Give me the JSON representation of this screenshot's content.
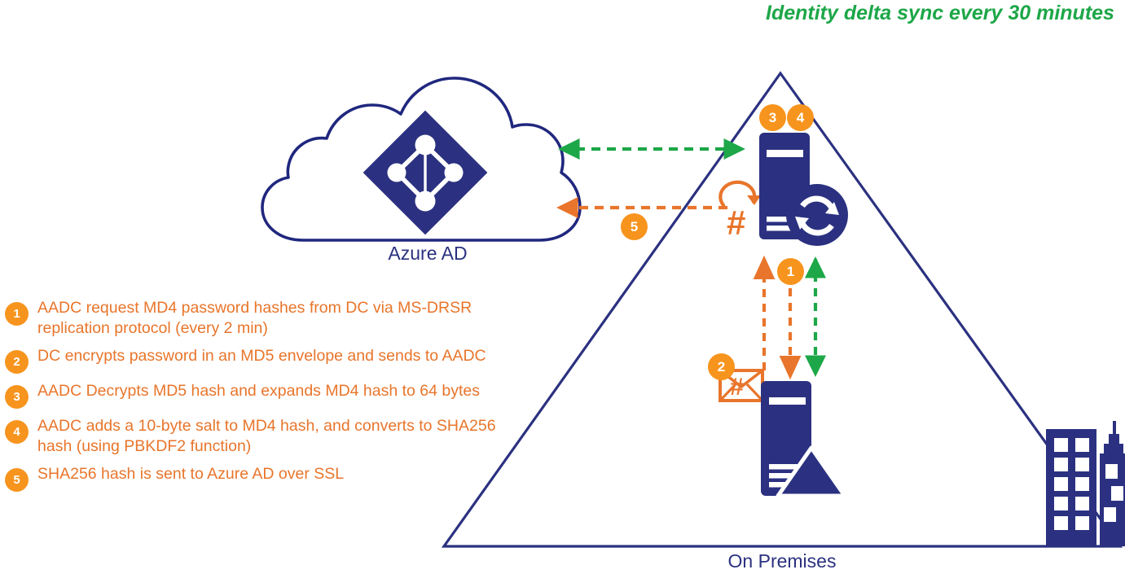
{
  "header": {
    "note": "Identity delta sync every 30 minutes",
    "note_color": "#1DA748"
  },
  "labels": {
    "cloud": "Azure AD",
    "onprem": "On Premises",
    "label_color": "#2B3180"
  },
  "colors": {
    "navy": "#2B3180",
    "orange": "#F7941E",
    "orange_text": "#E8752B",
    "green": "#1DA748",
    "white": "#FFFFFF"
  },
  "legend": {
    "items": [
      {
        "num": "1",
        "text": "AADC request MD4 password hashes from DC via MS-DRSR replication protocol (every 2 min)"
      },
      {
        "num": "2",
        "text": "DC encrypts password in an MD5 envelope and sends to AADC"
      },
      {
        "num": "3",
        "text": "AADC Decrypts MD5 hash and expands MD4 hash to 64 bytes"
      },
      {
        "num": "4",
        "text": "AADC adds a 10-byte salt to MD4 hash, and converts to SHA256 hash (using PBKDF2 function)"
      },
      {
        "num": "5",
        "text": "SHA256 hash is sent to Azure AD over SSL"
      }
    ]
  },
  "canvas_badges": {
    "three": "3",
    "four": "4",
    "five": "5",
    "one": "1",
    "two": "2"
  },
  "icons": {
    "cloud": "cloud-icon",
    "azure_ad_logo": "azure-ad-diamond-icon",
    "aadc_server": "server-icon",
    "sync_badge": "sync-circle-icon",
    "hash_symbol": "hash-icon",
    "loop_arrow": "loop-arrow-icon",
    "dc_server": "server-icon",
    "ad_triangle": "active-directory-triangle-icon",
    "envelope": "envelope-hash-icon",
    "buildings": "office-buildings-icon",
    "boundary": "on-premises-triangle-boundary"
  },
  "arrows": {
    "cloud_to_aadc_sync": {
      "name": "green-bidirectional-sync-arrow",
      "style": "dashed",
      "color": "#1DA748"
    },
    "aadc_to_cloud_hash": {
      "name": "orange-hash-to-cloud-arrow",
      "style": "dashed",
      "color": "#E8752B"
    },
    "dc_to_aadc_up": {
      "name": "orange-up-arrow",
      "style": "dashed",
      "color": "#E8752B"
    },
    "aadc_to_dc_down": {
      "name": "orange-down-arrow",
      "style": "dashed",
      "color": "#E8752B"
    },
    "dc_aadc_sync": {
      "name": "green-bidirectional-arrow",
      "style": "dashed",
      "color": "#1DA748"
    }
  }
}
